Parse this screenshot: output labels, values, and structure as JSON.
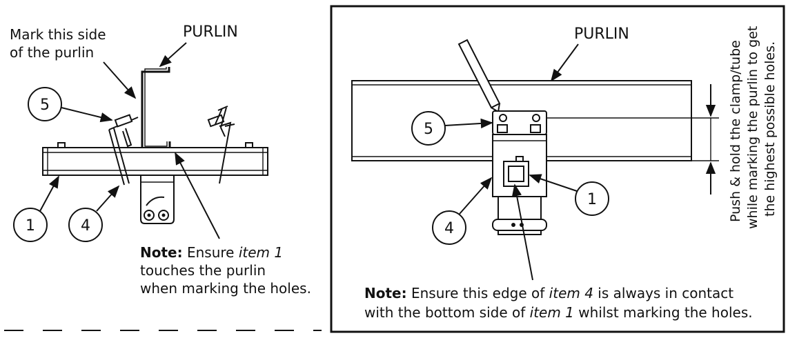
{
  "left_figure": {
    "mark_line1": "Mark this side",
    "mark_line2": "of the purlin",
    "purlin_label": "PURLIN",
    "callouts": [
      "5",
      "1",
      "4"
    ],
    "note_bold": "Note:",
    "note_line1_a": " Ensure ",
    "note_line1_italic": "item 1",
    "note_line2": "touches the purlin",
    "note_line3": "when marking the holes."
  },
  "right_figure": {
    "purlin_label": "PURLIN",
    "callouts": [
      "5",
      "1",
      "4"
    ],
    "vertical_line1": "Push & hold the clamp/tube",
    "vertical_line2": "while marking the purlin to get",
    "vertical_line3": "the highest possible holes.",
    "note_bold": "Note:",
    "note_line1_a": " Ensure this edge of ",
    "note_line1_italic": "item 4",
    "note_line1_b": " is always in contact",
    "note_line2_a": "with the bottom side of ",
    "note_line2_italic": "item 1",
    "note_line2_b": " whilst marking the holes."
  }
}
